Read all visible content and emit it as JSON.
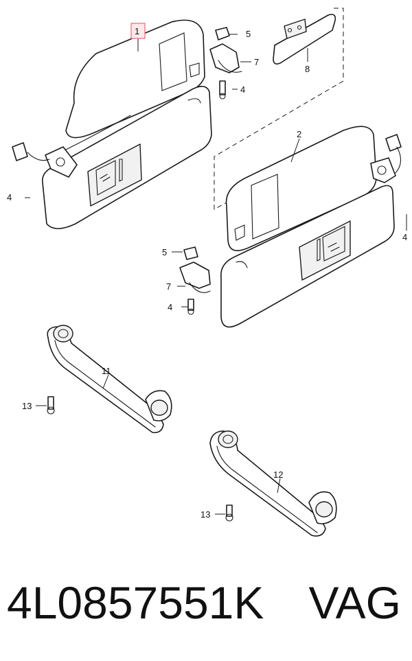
{
  "diagram": {
    "callouts": {
      "c1": "1",
      "c2": "2",
      "c4a": "4",
      "c4b": "4",
      "c4c": "4",
      "c4d": "4",
      "c5a": "5",
      "c5b": "5",
      "c7a": "7",
      "c7b": "7",
      "c8": "8",
      "c11": "11",
      "c12": "12",
      "c13a": "13",
      "c13b": "13"
    },
    "highlighted_callout": "1",
    "highlight_color": "#e36b78"
  },
  "footer": {
    "part_number": "4L0857551K",
    "brand": "VAG"
  }
}
